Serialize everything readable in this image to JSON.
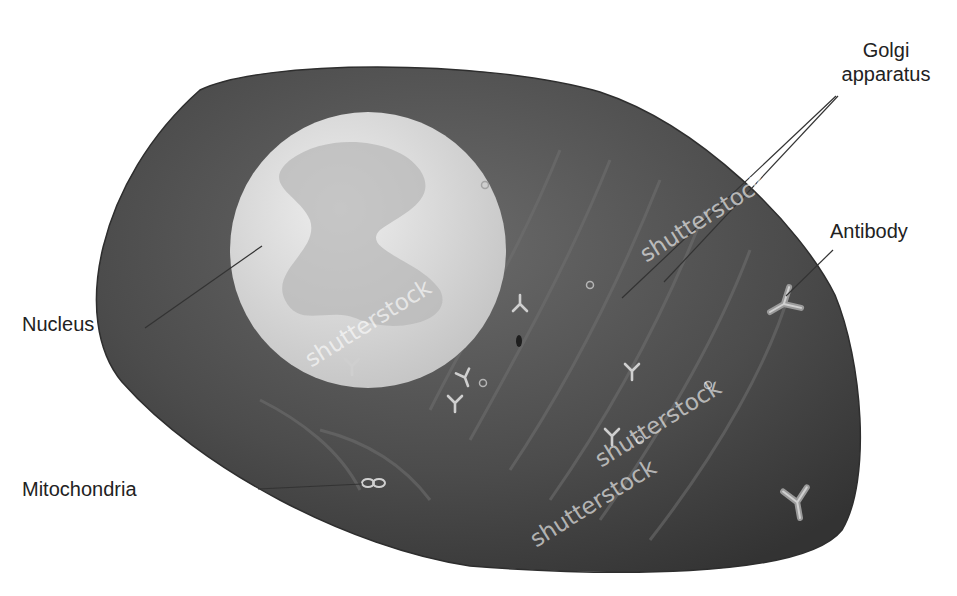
{
  "diagram": {
    "labels": [
      "Golgi apparatus",
      "Antibody",
      "Nucleus",
      "Mitochondria",
      "shutterstock",
      "shutterstock",
      "shutterstock",
      "shutterstock"
    ]
  }
}
